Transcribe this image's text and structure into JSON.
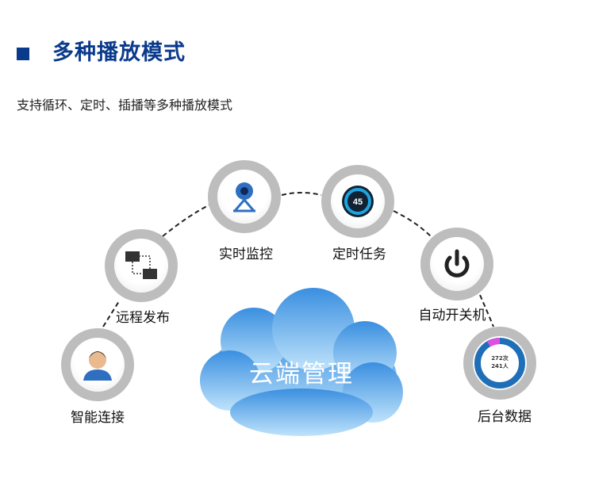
{
  "header": {
    "title": "多种播放模式",
    "subtitle": "支持循环、定时、插播等多种播放模式"
  },
  "cloud": {
    "label": "云端管理",
    "color": "#5aa8ec"
  },
  "features": [
    {
      "label": "智能连接",
      "icon": "user-icon"
    },
    {
      "label": "远程发布",
      "icon": "network-icon"
    },
    {
      "label": "实时监控",
      "icon": "webcam-icon"
    },
    {
      "label": "定时任务",
      "icon": "timer-icon",
      "timer_value": "45"
    },
    {
      "label": "自动开关机",
      "icon": "power-icon"
    },
    {
      "label": "后台数据",
      "icon": "donut-chart-icon",
      "stat1": "272次",
      "stat2": "241人"
    }
  ],
  "colors": {
    "accent": "#0a3a8c",
    "ring": "#bdbdbd"
  }
}
